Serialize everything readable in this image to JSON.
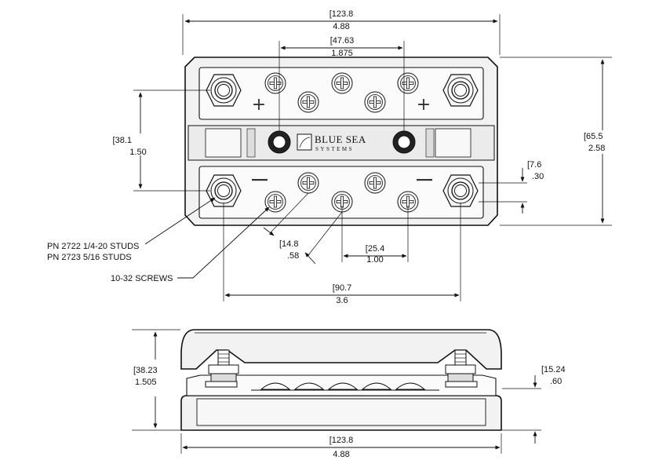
{
  "brand": {
    "line1": "BLUE SEA",
    "line2": "SYSTEMS"
  },
  "polarity": {
    "positive": "+",
    "negative": "—"
  },
  "labels": {
    "studs_1": "PN 2722 1/4-20 STUDS",
    "studs_2": "PN 2723 5/16 STUDS",
    "screws": "10-32 SCREWS"
  },
  "dimensions": {
    "top_overall_width": {
      "mm": "[123.8",
      "in": "4.88"
    },
    "screw_center_spacing": {
      "mm": "[47.63",
      "in": "1.875"
    },
    "row_spacing": {
      "mm": "[38.1",
      "in": "1.50"
    },
    "overall_depth": {
      "mm": "[65.5",
      "in": "2.58"
    },
    "stud_offset": {
      "mm": "[7.6",
      "in": ".30"
    },
    "screw_offset": {
      "mm": "[14.8",
      "in": ".58"
    },
    "screw_pitch": {
      "mm": "[25.4",
      "in": "1.00"
    },
    "stud_span": {
      "mm": "[90.7",
      "in": "3.6"
    },
    "side_height": {
      "mm": "[38.23",
      "in": "1.505"
    },
    "base_height": {
      "mm": "[15.24",
      "in": ".60"
    },
    "side_overall_width": {
      "mm": "[123.8",
      "in": "4.88"
    }
  }
}
